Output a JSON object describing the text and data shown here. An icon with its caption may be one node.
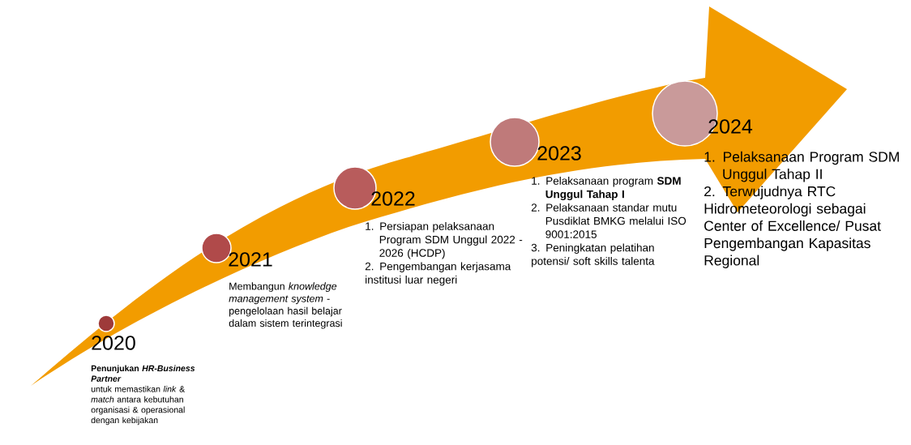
{
  "diagram": {
    "nodes": [
      {
        "text": [],
        "shape": "circle",
        "beside": [
          "2020",
          "Penunjukan *HR-Business Partner*",
          "untuk memastikan *link* & *match* antara kebutuhan organisasi & operasional dengan kebijakan"
        ]
      },
      {
        "text": [],
        "shape": "circle",
        "beside": [
          "2021",
          "Membangun *knowledge management system* - pengelolaan hasil belajar dalam sistem terintegrasi"
        ]
      },
      {
        "text": [],
        "shape": "circle",
        "beside": [
          "2022",
          "1. Persiapan pelaksanaan Program SDM Unggul 2022 - 2026 (HCDP)",
          "2. Pengembangan kerjasama institusi luar negeri"
        ]
      },
      {
        "text": [],
        "shape": "circle",
        "beside": [
          "2023",
          "1. Pelaksanaan program **SDM Unggul Tahap I**",
          "2. Pelaksanaan standar mutu Pusdiklat BMKG melalui ISO 9001:2015",
          "3. Peningkatan pelatihan potensi/ soft skills talenta"
        ]
      },
      {
        "text": [],
        "shape": "circle",
        "beside": [
          "2024",
          "1. Pelaksanaan Program SDM Unggul Tahap II",
          "2. Terwujudnya RTC Hidrometeorologi sebagai Center of Excellence/ Pusat Pengembangan Kapasitas Regional"
        ]
      }
    ]
  }
}
